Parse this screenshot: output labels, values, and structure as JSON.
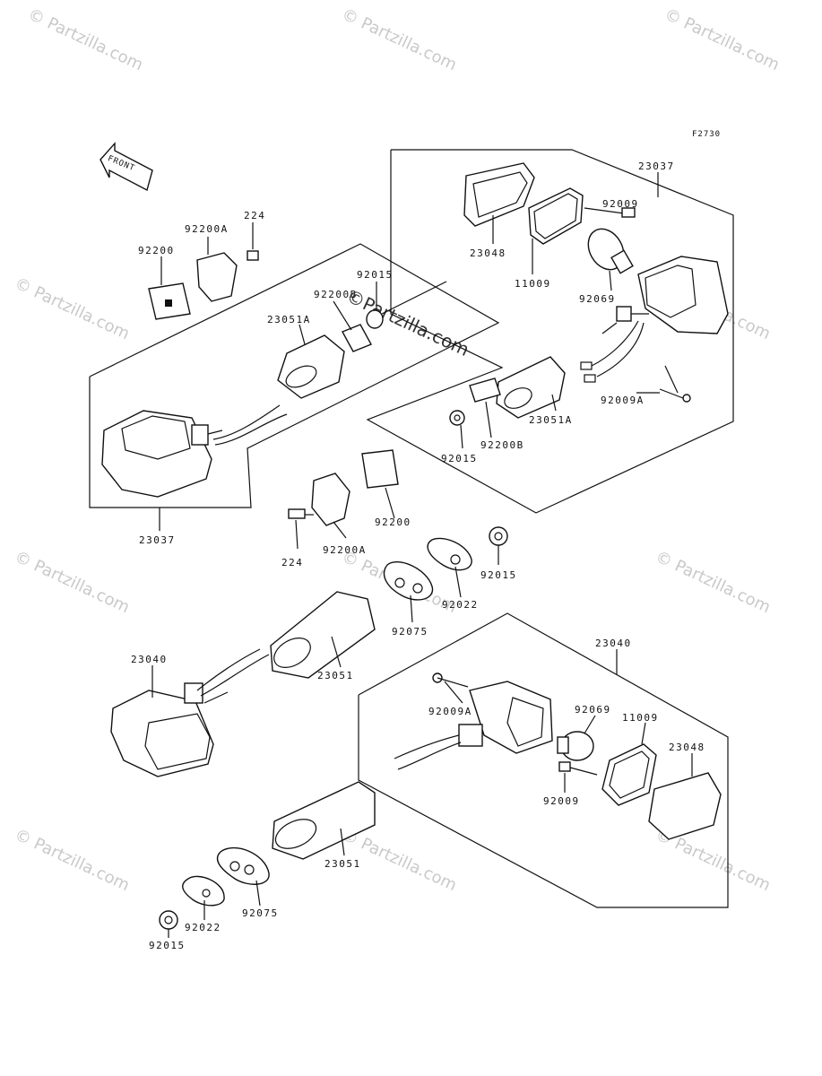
{
  "figure_code": "F2730",
  "front_arrow_label": "FRONT",
  "watermark": {
    "text": "© Partzilla.com",
    "center_text": "©Partzilla.com"
  },
  "labels": {
    "p23037_upper": "23037",
    "p23048_upper": "23048",
    "p11009_upper": "11009",
    "p92009_upper": "92009",
    "p92069_upper": "92069",
    "p92009A_upper": "92009A",
    "p23051A_right": "23051A",
    "p92200B": "92200B",
    "p92015_right": "92015",
    "p224_top": "224",
    "p92200A_top": "92200A",
    "p92200_top": "92200",
    "p92015_top": "92015",
    "p92200B_left": "92200B",
    "p23051A_left": "23051A",
    "p23037_left": "23037",
    "p92200_mid": "92200",
    "p224_mid": "224",
    "p92200A_mid": "92200A",
    "p92015_mid": "92015",
    "p92022_mid": "92022",
    "p92075_mid": "92075",
    "p23040_left": "23040",
    "p23051_mid": "23051",
    "p23040_right": "23040",
    "p92009A_lower": "92009A",
    "p92069_lower": "92069",
    "p11009_lower": "11009",
    "p23048_lower": "23048",
    "p92009_lower": "92009",
    "p23051_lower": "23051",
    "p92075_lower": "92075",
    "p92022_lower": "92022",
    "p92015_lower": "92015"
  }
}
